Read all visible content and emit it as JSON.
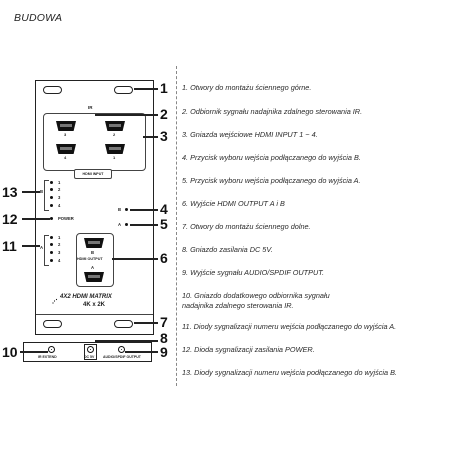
{
  "title": "BUDOWA",
  "device": {
    "ir_label": "IR",
    "input_ports": [
      {
        "num": "3"
      },
      {
        "num": "2"
      },
      {
        "num": "4"
      },
      {
        "num": "1"
      }
    ],
    "input_label": "HDMI INPUT",
    "led_b_nums": [
      "1",
      "2",
      "3",
      "4"
    ],
    "led_a_nums": [
      "1",
      "2",
      "3",
      "4"
    ],
    "b_letter": "B",
    "a_letter": "A",
    "power_label": "POWER",
    "out_b_label": "B",
    "out_a_label": "A",
    "out_label": "HDMI OUTPUT",
    "brand_line1": "4X2 HDMI MATRIX",
    "brand_line2": "4K x 2K",
    "back": {
      "ir_extend": "IR EXTEND",
      "dc": "DC 5V",
      "audio": "AUDIO/SPDIF OUTPUT"
    }
  },
  "callouts": {
    "n1": "1",
    "n2": "2",
    "n3": "3",
    "n4": "4",
    "n5": "5",
    "n6": "6",
    "n7": "7",
    "n8": "8",
    "n9": "9",
    "n10": "10",
    "n11": "11",
    "n12": "12",
    "n13": "13"
  },
  "items": [
    "1. Otwory do montażu ściennego górne.",
    "2. Odbiornik sygnału nadajnika zdalnego sterowania IR.",
    "3. Gniazda wejściowe HDMI INPUT 1 ~ 4.",
    "4. Przycisk wyboru wejścia podłączanego do wyjścia B.",
    "5. Przycisk wyboru wejścia podłączanego do wyjścia A.",
    "6. Wyjście HDMI OUTPUT A i B",
    "7. Otwory do montażu ściennego dolne.",
    "8. Gniazdo zasilania DC 5V.",
    "9. Wyjście sygnału AUDIO/SPDIF OUTPUT.",
    "10. Gniazdo dodatkowego odbiornika sygnału\n      nadajnika zdalnego sterowania IR.",
    "11. Diody sygnalizacji numeru wejścia podłączanego do wyjścia A.",
    "12. Dioda sygnalizacji zasilania POWER.",
    "13. Diody sygnalizacji numeru wejścia podłączanego do wyjścia B."
  ]
}
